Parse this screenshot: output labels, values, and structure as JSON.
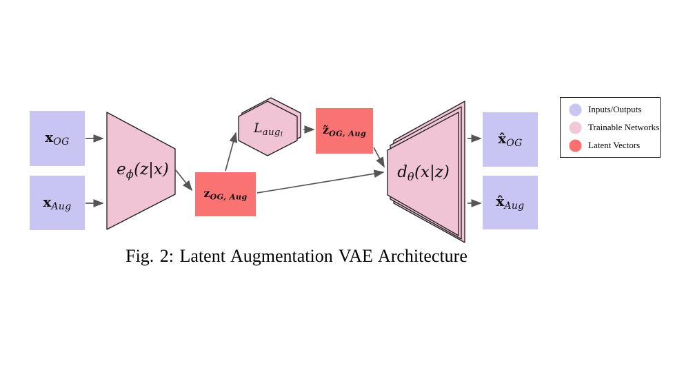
{
  "figure": {
    "caption": "Fig. 2: Latent Augmentation VAE Architecture"
  },
  "nodes": {
    "input_og": {
      "main": "x",
      "sub": "OG"
    },
    "input_aug": {
      "main": "x",
      "sub": "Aug"
    },
    "encoder": {
      "pre": "e",
      "sub": "ϕ",
      "post": "(z|x)"
    },
    "latent": {
      "main": "z",
      "sub": "OG, Aug"
    },
    "aug_loss": {
      "pre": "L",
      "sub": "aug",
      "subsub": "i"
    },
    "latent_aug": {
      "main": "z̃",
      "sub": "OG, Aug"
    },
    "decoder": {
      "pre": "d",
      "sub": "θ",
      "post": "(x|z)"
    },
    "output_og": {
      "main": "x̂",
      "sub": "OG"
    },
    "output_aug": {
      "main": "x̂",
      "sub": "Aug"
    }
  },
  "legend": {
    "items": [
      {
        "label": "Inputs/Outputs",
        "color": "#c8c5f3"
      },
      {
        "label": "Trainable Networks",
        "color": "#f0c8d8"
      },
      {
        "label": "Latent Vectors",
        "color": "#fa7070"
      }
    ]
  },
  "colors": {
    "background": "#ffffff",
    "io_fill": "#c8c5f3",
    "network_fill": "#f0c4d5",
    "latent_fill": "#fa7373",
    "shape_stroke": "#1c1c1c",
    "arrow": "#555555",
    "legend_border": "#222222"
  }
}
